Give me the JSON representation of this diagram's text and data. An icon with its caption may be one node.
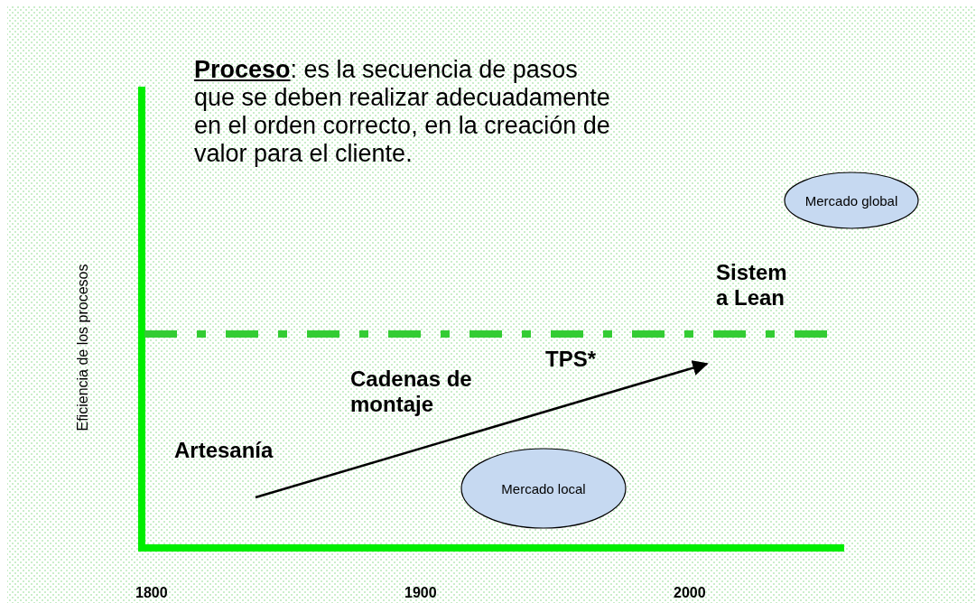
{
  "diagram": {
    "nodes": [
      {
        "text": [
          "Mercado global"
        ]
      },
      {
        "text": [
          "Mercado local"
        ]
      }
    ],
    "labels": [
      "**Proceso**: es la secuencia de pasos que se deben realizar adecuadamente en el orden correcto, en la creación de valor para el cliente.",
      "Eficiencia de los procesos",
      "Sistem a Lean",
      "TPS*",
      "Cadenas de montaje",
      "Artesanía",
      "1800",
      "1900",
      "2000"
    ]
  }
}
